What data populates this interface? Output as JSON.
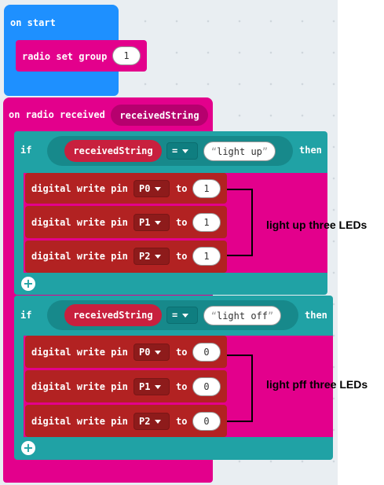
{
  "on_start": {
    "label": "on start",
    "radio_set_group_label": "radio set group",
    "group_value": "1"
  },
  "on_radio_received": {
    "label": "on radio received",
    "param": "receivedString"
  },
  "if_blocks": [
    {
      "if_label": "if",
      "variable": "receivedString",
      "operator": "=",
      "compare_value": "light up",
      "then_label": "then",
      "writes": [
        {
          "label": "digital write pin",
          "pin": "P0",
          "to_label": "to",
          "value": "1"
        },
        {
          "label": "digital write pin",
          "pin": "P1",
          "to_label": "to",
          "value": "1"
        },
        {
          "label": "digital write pin",
          "pin": "P2",
          "to_label": "to",
          "value": "1"
        }
      ],
      "annotation": "light up three LEDs"
    },
    {
      "if_label": "if",
      "variable": "receivedString",
      "operator": "=",
      "compare_value": "light off",
      "then_label": "then",
      "writes": [
        {
          "label": "digital write pin",
          "pin": "P0",
          "to_label": "to",
          "value": "0"
        },
        {
          "label": "digital write pin",
          "pin": "P1",
          "to_label": "to",
          "value": "0"
        },
        {
          "label": "digital write pin",
          "pin": "P2",
          "to_label": "to",
          "value": "0"
        }
      ],
      "annotation": "light pff three LEDs"
    }
  ],
  "colors": {
    "basic": "#1e90ff",
    "radio": "#e3008c",
    "logic": "#20a2a5",
    "pins": "#b22222"
  },
  "icons": [
    "plus-icon",
    "dropdown-arrow-icon"
  ]
}
